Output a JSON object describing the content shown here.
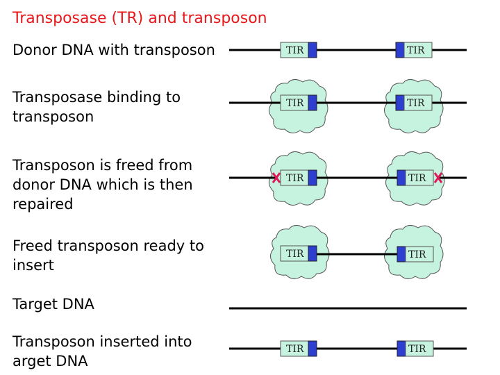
{
  "title": "Transposase (TR) and transposon",
  "rows": [
    {
      "label": "Donor DNA with transposon"
    },
    {
      "label": "Transposase binding to transposon"
    },
    {
      "label": "Transposon is freed from donor DNA which is then repaired"
    },
    {
      "label": "Freed transposon ready to insert"
    },
    {
      "label": "Target DNA"
    },
    {
      "label": "Transposon inserted into arget DNA"
    }
  ],
  "tir_label": "TIR",
  "colors": {
    "title": "#e8181a",
    "dna_line": "#000000",
    "tir_box": "#c6f3e0",
    "tir_cap": "#2d3fd1",
    "transposase_cloud": "#c6f3e0",
    "cut_mark": "#e0185a"
  },
  "icons": [
    "transposase-cloud-icon",
    "cut-mark-icon"
  ]
}
